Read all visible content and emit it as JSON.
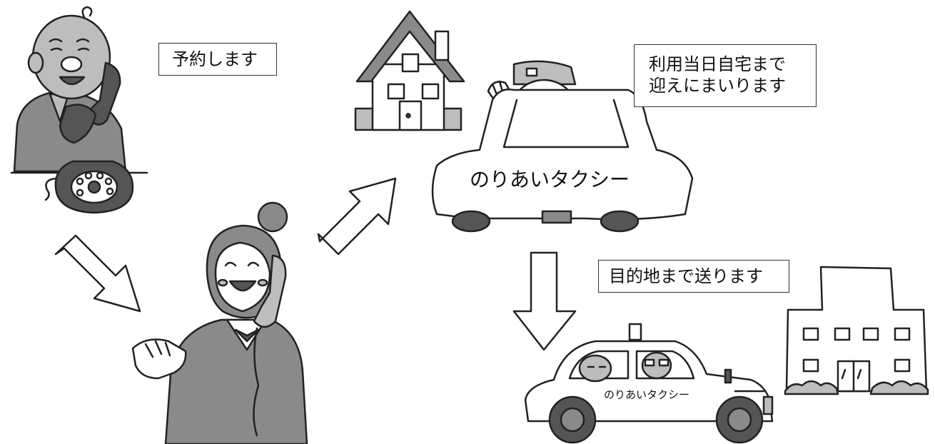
{
  "steps": {
    "reserve_label": "予約します",
    "pickup_line1": "利用当日自宅まで",
    "pickup_line2": "迎えにまいります",
    "destination_label": "目的地まで送ります"
  },
  "taxi": {
    "big_car_text": "のりあいタクシー",
    "small_car_text": "のりあいタクシー"
  },
  "colors": {
    "line": "#222222",
    "gray_dark": "#555555",
    "gray_mid": "#8a8a8a",
    "gray_light": "#bdbdbd",
    "paper": "#ffffff"
  }
}
